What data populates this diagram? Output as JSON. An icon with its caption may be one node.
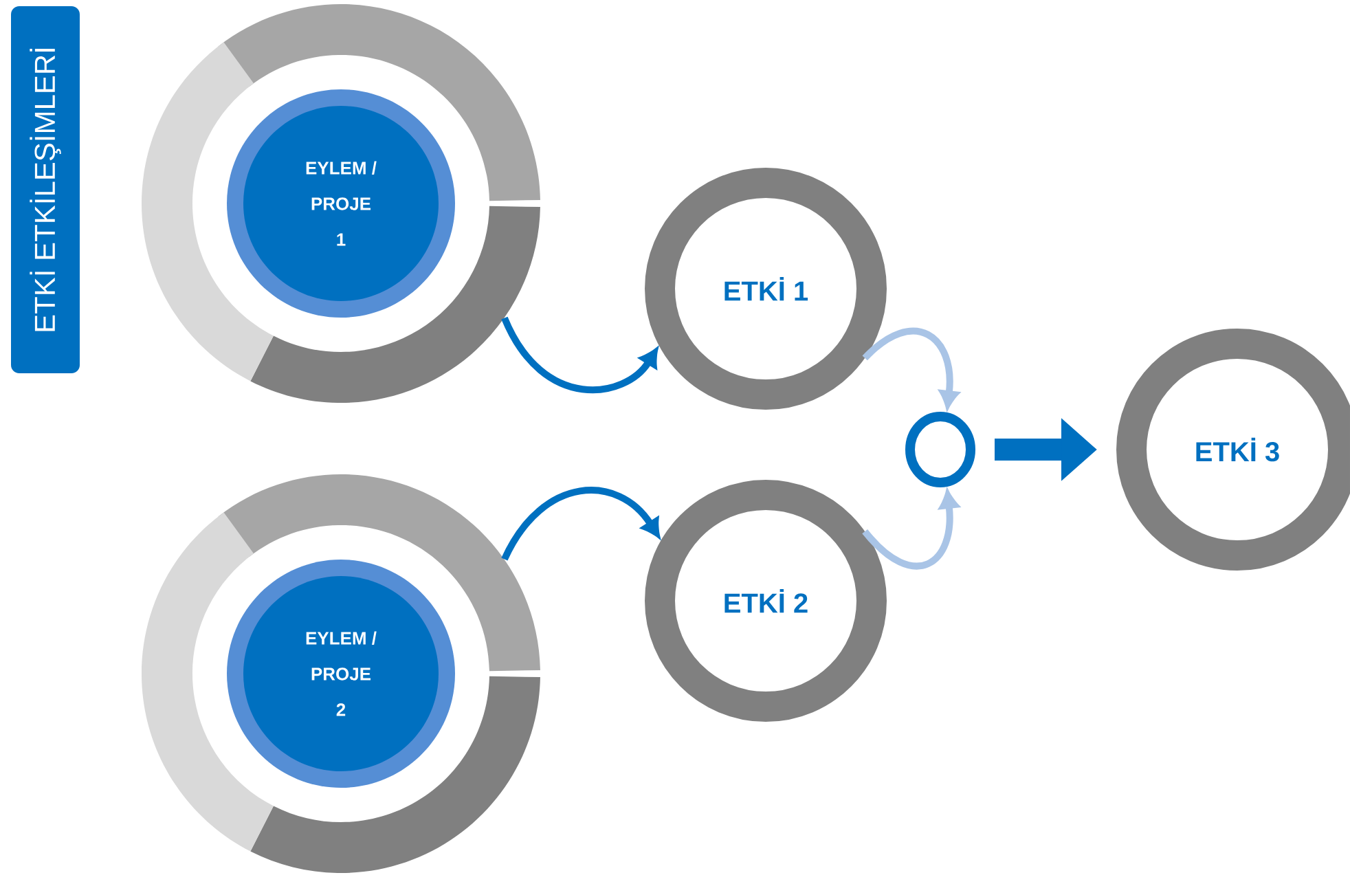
{
  "diagram": {
    "nodes": [
      {
        "text": [
          "ETKİ ETKİLEŞİMLERİ"
        ]
      },
      {
        "text": [
          "EYLEM / PROJE 1"
        ]
      },
      {
        "text": [
          "ETKİ 1"
        ]
      },
      {
        "text": [
          "EYLEM / PROJE 2"
        ]
      },
      {
        "text": [
          "ETKİ 2"
        ]
      },
      {
        "text": [],
        "shape": "circle"
      },
      {
        "text": [
          "ETKİ 3"
        ]
      }
    ],
    "edges": [
      {
        "from": 1,
        "to": 2,
        "arrow": "to"
      },
      {
        "from": 3,
        "to": 4,
        "arrow": "to"
      },
      {
        "from": 2,
        "to": 5,
        "arrow": "to",
        "color": "#a9c4e6"
      },
      {
        "from": 4,
        "to": 5,
        "arrow": "to",
        "color": "#a9c4e6"
      },
      {
        "from": 5,
        "to": 6,
        "arrow": "to",
        "style": "thick"
      }
    ]
  }
}
